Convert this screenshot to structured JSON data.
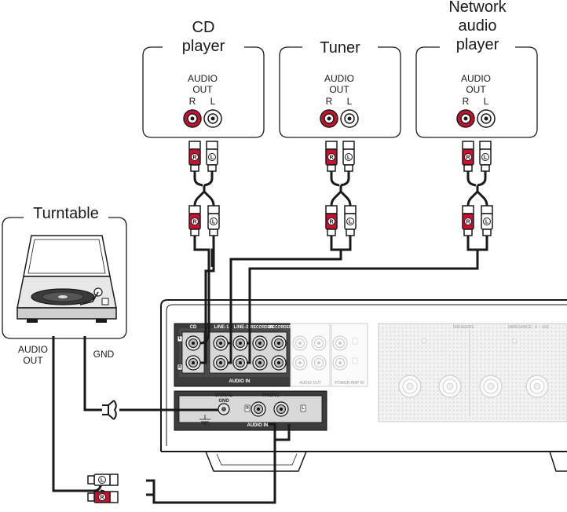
{
  "devices": [
    {
      "title_lines": [
        "CD",
        "player"
      ],
      "audio_out": "AUDIO",
      "audio_out2": "OUT",
      "r": "R",
      "l": "L"
    },
    {
      "title_lines": [
        "Tuner"
      ],
      "audio_out": "AUDIO",
      "audio_out2": "OUT",
      "r": "R",
      "l": "L"
    },
    {
      "title_lines": [
        "Network",
        "audio",
        "player"
      ],
      "audio_out": "AUDIO",
      "audio_out2": "OUT",
      "r": "R",
      "l": "L"
    }
  ],
  "turntable": {
    "title": "Turntable",
    "audio_out_1": "AUDIO",
    "audio_out_2": "OUT",
    "gnd": "GND"
  },
  "plug_letters": {
    "r": "R",
    "l": "L"
  },
  "receiver": {
    "upper_panel": {
      "cd": "CD",
      "line1": "LINE-1",
      "line2": "LINE-2",
      "recorder": "RECORDER",
      "recorder2": "RECORDER",
      "audio_in": "AUDIO IN",
      "audio_out": "AUDIO OUT",
      "power_amp_in": "POWER AMP IN",
      "l": "L",
      "r": "R"
    },
    "lower_panel": {
      "signal_gnd_1": "SIGNAL",
      "signal_gnd_2": "GND",
      "phono": "PHONO",
      "r": "R",
      "l": "L",
      "audio_in": "AUDIO IN"
    },
    "speakers": "SPEAKERS",
    "impedance": "IMPEDANCE : 4 ~ 16Ω"
  },
  "colors": {
    "red": "#c8102e",
    "line": "#1a1a1a",
    "panel_dark": "#3c3c3c"
  }
}
